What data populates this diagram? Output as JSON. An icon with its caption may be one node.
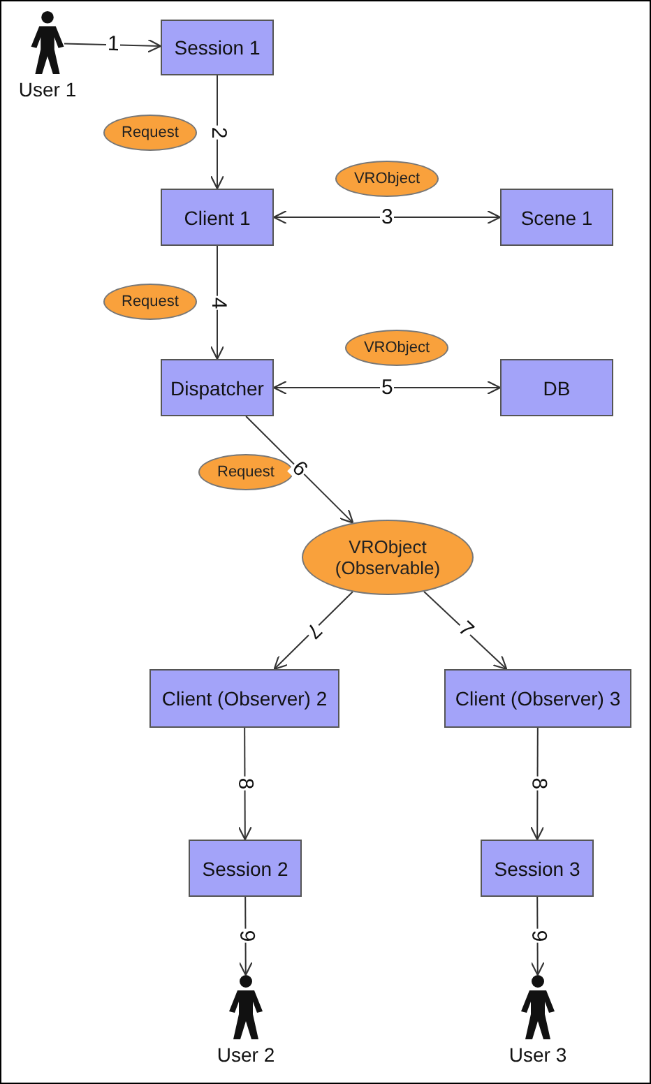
{
  "diagram": {
    "nodes": [
      {
        "text": [
          "User 1"
        ]
      },
      {
        "text": [
          "Session 1"
        ]
      },
      {
        "text": [
          "Client 1"
        ]
      },
      {
        "text": [
          "Scene 1"
        ]
      },
      {
        "text": [
          "Dispatcher"
        ]
      },
      {
        "text": [
          "DB"
        ]
      },
      {
        "text": [
          "VRObject (Observable)"
        ]
      },
      {
        "text": [
          "Client (Observer) 2"
        ]
      },
      {
        "text": [
          "Client (Observer) 3"
        ]
      },
      {
        "text": [
          "Session 2"
        ]
      },
      {
        "text": [
          "Session 3"
        ]
      },
      {
        "text": [
          "User 2"
        ]
      },
      {
        "text": [
          "User 3"
        ]
      },
      {
        "text": [
          "Request"
        ]
      },
      {
        "text": [
          "VRObject"
        ]
      },
      {
        "text": [
          "Request"
        ]
      },
      {
        "text": [
          "VRObject"
        ]
      },
      {
        "text": [
          "Request"
        ]
      }
    ],
    "edges": [
      {
        "from": 0,
        "to": 1,
        "arrow": "to",
        "label": "1"
      },
      {
        "from": 1,
        "to": 2,
        "arrow": "to",
        "label": "2"
      },
      {
        "from": 2,
        "to": 3,
        "arrow": "both",
        "label": "3"
      },
      {
        "from": 2,
        "to": 4,
        "arrow": "to",
        "label": "4"
      },
      {
        "from": 4,
        "to": 5,
        "arrow": "both",
        "label": "5"
      },
      {
        "from": 4,
        "to": 6,
        "arrow": "to",
        "label": "6"
      },
      {
        "from": 6,
        "to": 7,
        "arrow": "to",
        "label": "7"
      },
      {
        "from": 6,
        "to": 8,
        "arrow": "to",
        "label": "7"
      },
      {
        "from": 7,
        "to": 9,
        "arrow": "to",
        "label": "8"
      },
      {
        "from": 8,
        "to": 10,
        "arrow": "to",
        "label": "8"
      },
      {
        "from": 9,
        "to": 11,
        "arrow": "to",
        "label": "9"
      },
      {
        "from": 10,
        "to": 12,
        "arrow": "to",
        "label": "9"
      }
    ]
  }
}
